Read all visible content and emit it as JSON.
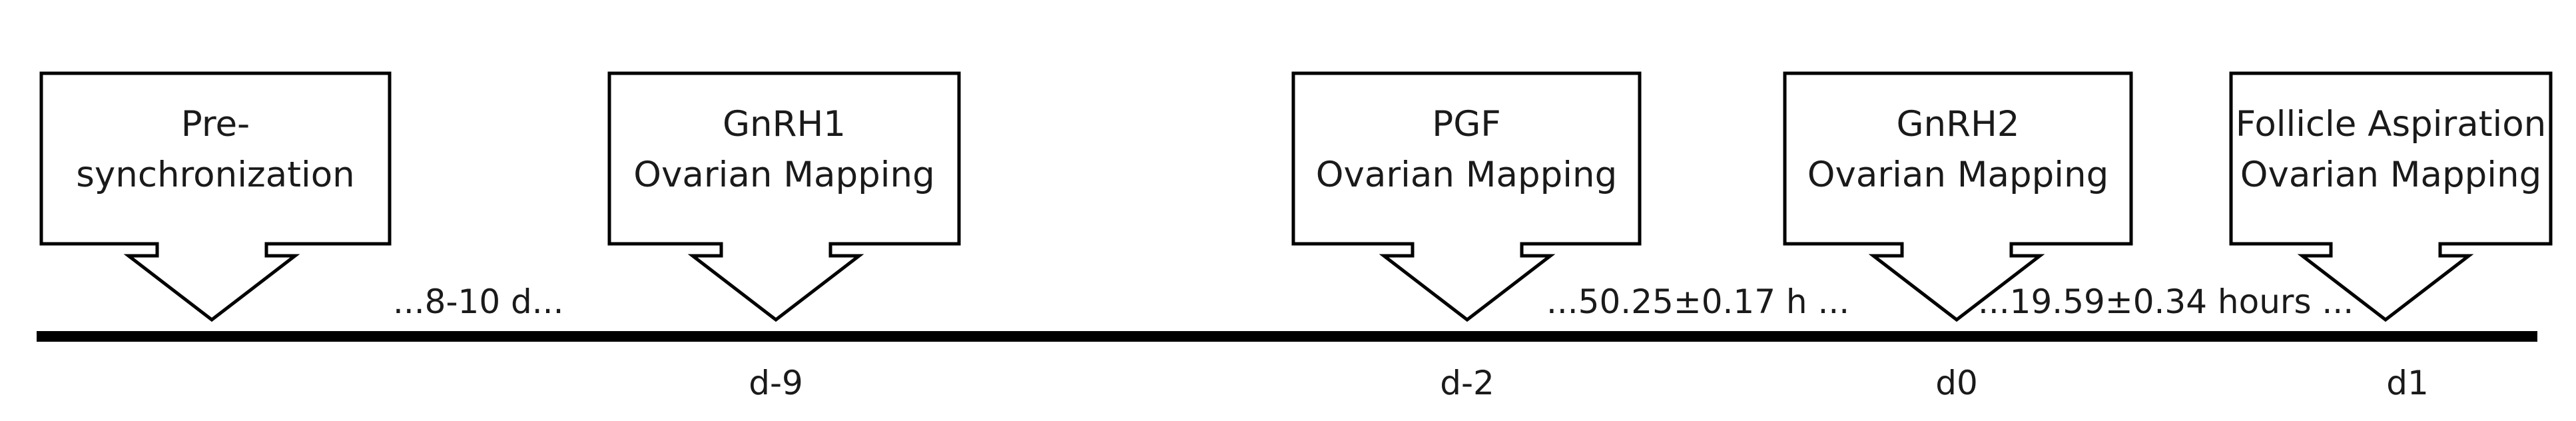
{
  "events": [
    {
      "id": "presync",
      "lines": [
        "Pre-",
        "synchronization"
      ]
    },
    {
      "id": "gnrh1",
      "lines": [
        "GnRH1",
        "Ovarian Mapping"
      ]
    },
    {
      "id": "pgf",
      "lines": [
        "PGF",
        "Ovarian Mapping"
      ]
    },
    {
      "id": "gnrh2",
      "lines": [
        "GnRH2",
        "Ovarian Mapping"
      ]
    },
    {
      "id": "aspiration",
      "lines": [
        "Follicle Aspiration",
        "Ovarian Mapping"
      ]
    }
  ],
  "intervals": [
    {
      "id": "interval-presync-gnrh1",
      "label": "...8-10 d..."
    },
    {
      "id": "interval-pgf-gnrh2",
      "label": "...50.25±0.17 h ..."
    },
    {
      "id": "interval-gnrh2-aspiration",
      "label": "...19.59±0.34 hours ..."
    }
  ],
  "days": [
    {
      "id": "day-gnrh1",
      "label": "d-9"
    },
    {
      "id": "day-pgf",
      "label": "d-2"
    },
    {
      "id": "day-gnrh2",
      "label": "d0"
    },
    {
      "id": "day-aspiration",
      "label": "d1"
    }
  ]
}
